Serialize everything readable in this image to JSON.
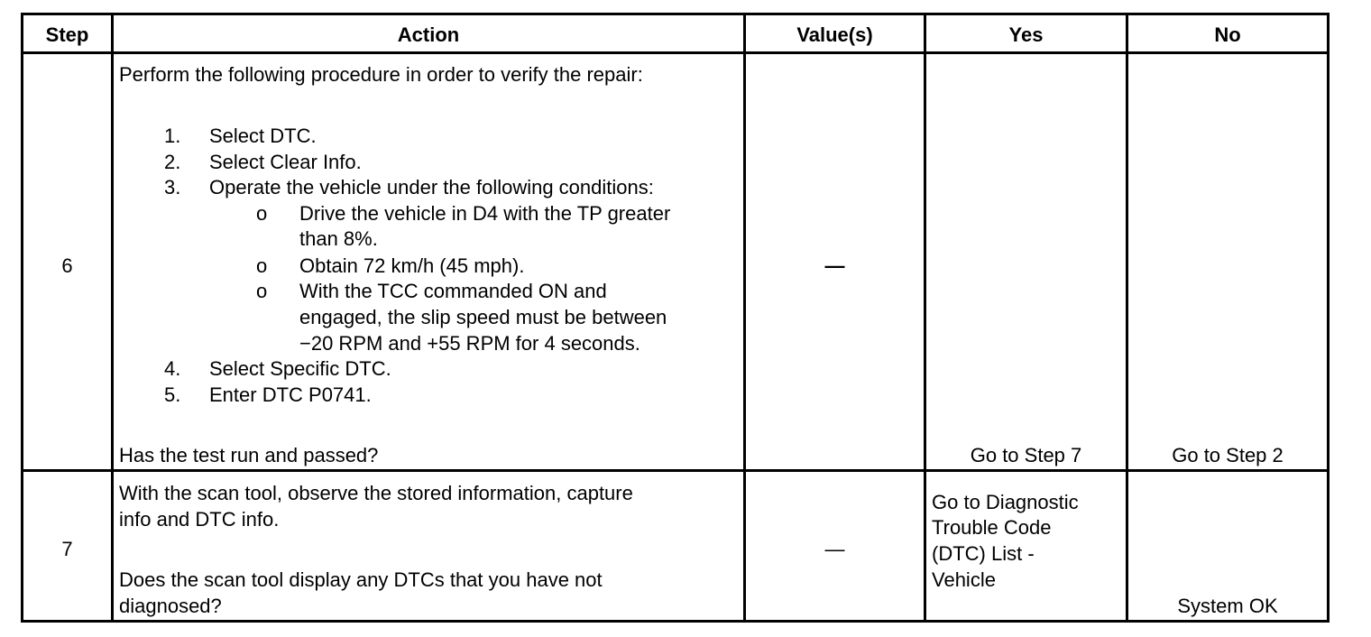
{
  "headers": {
    "step": "Step",
    "action": "Action",
    "values": "Value(s)",
    "yes": "Yes",
    "no": "No"
  },
  "rows": [
    {
      "step": "6",
      "action_intro": "Perform the following procedure in order to verify the repair:",
      "steps": [
        {
          "num": "1.",
          "text": "Select DTC."
        },
        {
          "num": "2.",
          "text": "Select Clear Info."
        },
        {
          "num": "3.",
          "text": "Operate the vehicle under the following conditions:"
        },
        {
          "num": "4.",
          "text": "Select Specific DTC."
        },
        {
          "num": "5.",
          "text": "Enter DTC P0741."
        }
      ],
      "bullet": "o",
      "subitems": [
        {
          "line1": "Drive the vehicle in D4 with the TP greater",
          "line2": "than 8%."
        },
        {
          "line1": "Obtain 72 km/h (45 mph)."
        },
        {
          "line1": "With the TCC commanded ON and",
          "line2": "engaged, the slip speed must be between",
          "line3": "−20 RPM and +55 RPM for 4 seconds."
        }
      ],
      "question": "Has the test run and passed?",
      "value": "—",
      "yes": "Go to Step 7",
      "no": "Go to Step 2"
    },
    {
      "step": "7",
      "action_line1": "With the scan tool, observe the stored information, capture",
      "action_line2": "info and DTC info.",
      "question_line1": "Does the scan tool display any DTCs that you have not",
      "question_line2": "diagnosed?",
      "value": "—",
      "yes_line1": "Go to Diagnostic",
      "yes_line2": "Trouble Code",
      "yes_line3": "(DTC) List -",
      "yes_line4": "Vehicle",
      "no": "System OK"
    }
  ]
}
